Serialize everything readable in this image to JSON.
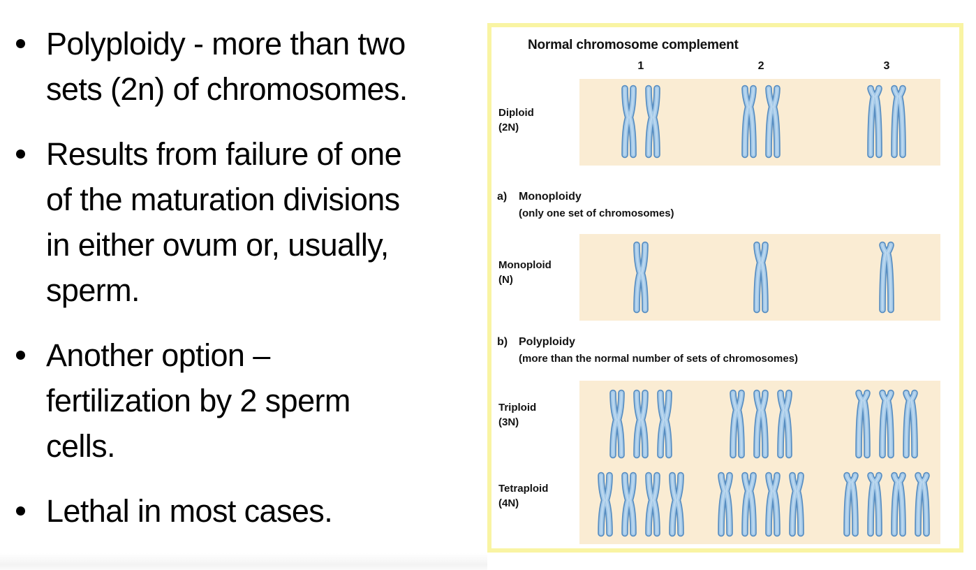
{
  "slide": {
    "bullets": [
      {
        "lines": [
          "Polyploidy - more than two",
          "sets (2n) of chromosomes."
        ]
      },
      {
        "lines": [
          "Results from failure of one",
          "of the maturation divisions",
          "in either ovum or, usually,",
          "sperm."
        ]
      },
      {
        "lines": [
          "Another option –",
          "fertilization by 2 sperm",
          "cells."
        ]
      },
      {
        "lines": [
          "Lethal in most cases."
        ]
      }
    ]
  },
  "figure": {
    "title": "Normal chromosome complement",
    "column_labels": [
      "1",
      "2",
      "3"
    ],
    "sections": {
      "a": {
        "prefix": "a)",
        "heading": "Monoploidy",
        "subheading": "(only one set of chromosomes)"
      },
      "b": {
        "prefix": "b)",
        "heading": "Polyploidy",
        "subheading": "(more than the normal number of sets of chromosomes)"
      }
    },
    "rows": [
      {
        "id": "diploid",
        "label": "Diploid",
        "ploidy": "(2N)",
        "chromosomes_per_type": 2
      },
      {
        "id": "monoploid",
        "label": "Monoploid",
        "ploidy": "(N)",
        "chromosomes_per_type": 1
      },
      {
        "id": "triploid",
        "label": "Triploid",
        "ploidy": "(3N)",
        "chromosomes_per_type": 3
      },
      {
        "id": "tetraploid",
        "label": "Tetraploid",
        "ploidy": "(4N)",
        "chromosomes_per_type": 4
      }
    ],
    "chromosome_types": [
      {
        "name": "chromosome-1-metacentric",
        "centromere_fraction": 0.44
      },
      {
        "name": "chromosome-2-submetacentric",
        "centromere_fraction": 0.3
      },
      {
        "name": "chromosome-3-acrocentric",
        "centromere_fraction": 0.16
      }
    ],
    "colors": {
      "border": "#f9f4a3",
      "band": "#faecd3",
      "chromatid_fill": "#a7cbe9",
      "chromatid_outline": "#578dc1",
      "chromatid_highlight": "#cde2f4",
      "text": "#121212"
    }
  }
}
